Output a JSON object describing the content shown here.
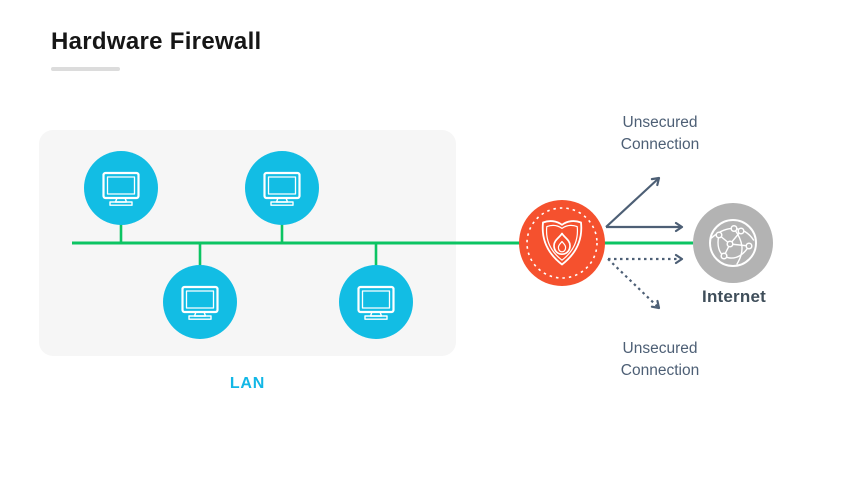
{
  "title": "Hardware Firewall",
  "labels": {
    "lan": "LAN",
    "internet": "Internet",
    "unsecured": {
      "line1": "Unsecured",
      "line2": "Connection"
    }
  },
  "diagram": {
    "lan": {
      "computer_count": 4,
      "node_icon": "monitor-icon",
      "bus_style": "solid-green-line"
    },
    "firewall_node": {
      "icon": "shield-flame-icon",
      "ring": "white-dashed-circle"
    },
    "internet_node": {
      "icon": "globe-network-icon"
    },
    "connections": [
      {
        "from": "lan-bus",
        "to": "firewall",
        "style": "solid-green-line"
      },
      {
        "from": "firewall",
        "to": "internet",
        "style": "solid-green-line"
      },
      {
        "from": "firewall",
        "direction": "up-right",
        "style": "solid-arrow",
        "label": "Unsecured Connection"
      },
      {
        "from": "firewall",
        "to": "internet",
        "direction": "right",
        "style": "solid-arrow"
      },
      {
        "from": "firewall",
        "to": "internet",
        "direction": "right",
        "style": "dotted-arrow"
      },
      {
        "from": "firewall",
        "direction": "down-right",
        "style": "dotted-arrow",
        "label": "Unsecured Connection"
      }
    ]
  },
  "colors": {
    "cyan": "#12bde4",
    "orange": "#f5512e",
    "green": "#0cc463",
    "slate": "#4d5f75",
    "gray_circle": "#b3b3b3",
    "lan_bg": "#f6f6f6",
    "title": "#161616",
    "underline": "#dcdcdc",
    "lan_label": "#12b7e6",
    "internet_label": "#3f4e5a"
  }
}
